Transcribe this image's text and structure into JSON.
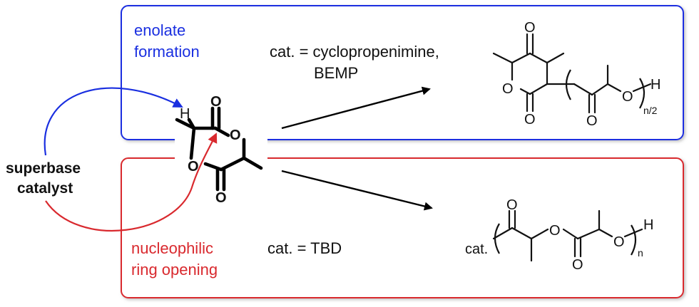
{
  "panels": {
    "top": {
      "label_line1": "enolate",
      "label_line2": "formation",
      "catalyst_line1": "cat. = cyclopropenimine,",
      "catalyst_line2": "BEMP",
      "color": "#1a2fe0"
    },
    "bottom": {
      "label_line1": "nucleophilic",
      "label_line2": "ring opening",
      "catalyst_line1": "cat. = TBD",
      "color": "#d9292e"
    }
  },
  "superbase": {
    "line1": "superbase",
    "line2": "catalyst"
  },
  "lactide": {
    "atoms": {
      "H": "H",
      "O_ring_left": "O",
      "O_ring_right": "O",
      "O_carbonyl_top": "O",
      "O_carbonyl_bottom": "O"
    }
  },
  "product_top": {
    "atoms": {
      "O_top": "O",
      "O_ring": "O",
      "O_bottom": "O",
      "O_chain_carbonyl": "O",
      "O_chain": "O",
      "H": "H"
    },
    "subscript": "n/2"
  },
  "product_bottom": {
    "atoms": {
      "cat": "cat.",
      "O_carbonyl1": "O",
      "O_ester": "O",
      "O_carbonyl2": "O",
      "O_chain": "O",
      "H": "H"
    },
    "subscript": "n"
  }
}
